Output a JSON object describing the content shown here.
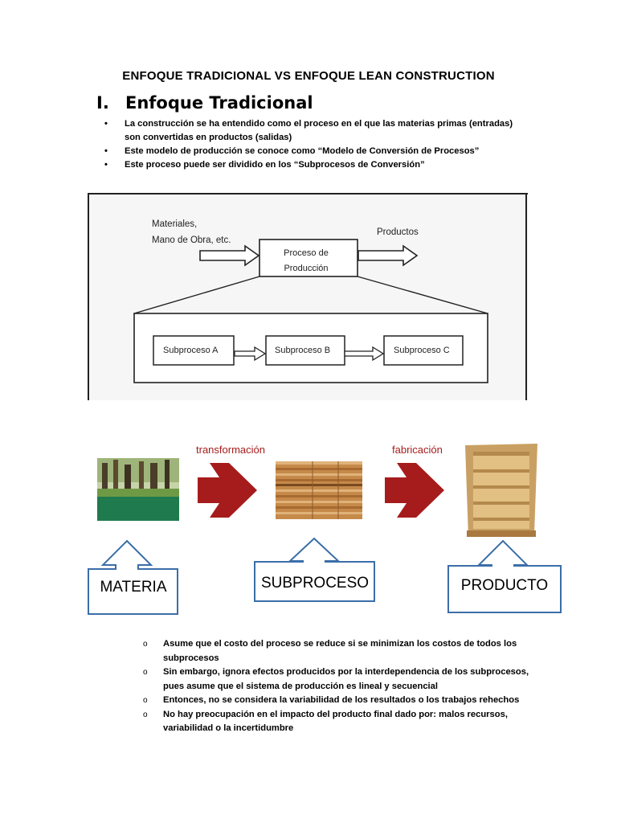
{
  "document": {
    "title": "ENFOQUE TRADICIONAL  VS ENFOQUE LEAN CONSTRUCTION",
    "section_number": "I.",
    "section_title": "Enfoque Tradicional"
  },
  "bullets": [
    {
      "symbol": "•",
      "text": "La construcción se ha entendido como el proceso en el que las materias primas (entradas) son convertidas en productos (salidas)"
    },
    {
      "symbol": "•",
      "text": "Este modelo de producción se conoce como “Modelo de Conversión de Procesos”"
    },
    {
      "symbol": "•",
      "text": "Este proceso puede ser dividido en los “Subprocesos de Conversión”"
    }
  ],
  "diagram": {
    "input_label_line1": "Materiales,",
    "input_label_line2": "Mano de Obra, etc.",
    "process_line1": "Proceso de",
    "process_line2": "Producción",
    "output_label": "Productos",
    "subprocesses": [
      "Subproceso A",
      "Subproceso B",
      "Subproceso C"
    ]
  },
  "illustration": {
    "arrow1_label": "transformación",
    "arrow2_label": "fabricación",
    "stage_labels": [
      "MATERIA",
      "SUBPROCESO",
      "PRODUCTO"
    ],
    "colors": {
      "arrow": "#a61c1c",
      "label_text": "#a61c1c",
      "box_border": "#3b6ea8"
    }
  },
  "notes": [
    {
      "symbol": "o",
      "text": "Asume que el costo del proceso se reduce si se minimizan los costos de todos los subprocesos"
    },
    {
      "symbol": "o",
      "text": "Sin embargo, ignora efectos producidos por la interdependencia de los subprocesos, pues asume que el sistema de producción es lineal y secuencial"
    },
    {
      "symbol": "o",
      "text": "Entonces, no se considera la variabilidad de los resultados o los trabajos rehechos"
    },
    {
      "symbol": "o",
      "text": "No hay preocupación en el impacto del producto final dado por: malos recursos, variabilidad o la incertidumbre"
    }
  ]
}
